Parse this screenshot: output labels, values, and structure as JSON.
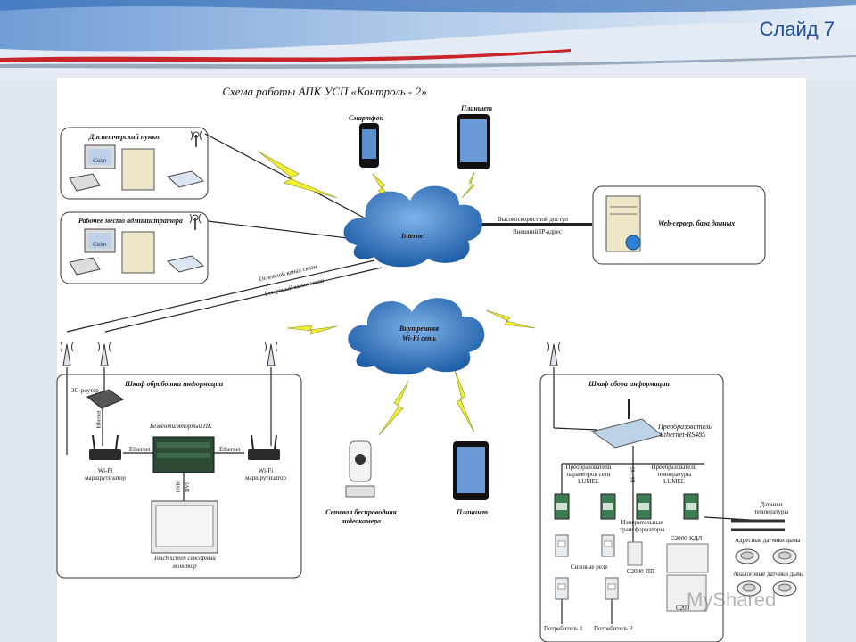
{
  "slide": {
    "label": "Слайд 7",
    "title": "Схема работы АПК УСП «Контроль - 2»"
  },
  "clouds": {
    "internet": "Internet",
    "wifi_line1": "Внутренняя",
    "wifi_line2": "Wi-Fi сеть"
  },
  "nodes": {
    "smartphone": "Смартфон",
    "tablet_top": "Планшет",
    "dispatch": "Диспетчерский пункт",
    "admin": "Рабочее место администратора",
    "webserver": "Web-сервер, база данных",
    "link_speed": "Высокоскоростной доступ",
    "link_ip": "Внешний IP-адрес",
    "ch_main": "Основной канал связи",
    "ch_reserve": "Резервный канал связи",
    "cabinet_proc": "Шкаф обработки информации",
    "router3g": "3G-роутер",
    "fanless_pc": "Безвентиляторный ПК",
    "ethernet": "Ethernet",
    "wifi_router_1": "Wi-Fi",
    "wifi_router_2": "маршрутизатор",
    "usb": "USB",
    "dvi": "DVI",
    "touch_1": "Touch screen сенсорный",
    "touch_2": "монитор",
    "camera_1": "Сетевая беспроводная",
    "camera_2": "видеокамера",
    "tablet_bottom": "Планшет",
    "cabinet_coll": "Шкаф сбора информации",
    "converter_1": "Преобразователь",
    "converter_2": "Ethernet-RS485",
    "rs485": "RS-485",
    "conv_net_1": "Преобразователи",
    "conv_net_2": "параметров сети",
    "conv_net_3": "LUMEL",
    "conv_temp_1": "Преобразователи",
    "conv_temp_2": "температуры",
    "conv_temp_3": "LUMEL",
    "temp_sensors_1": "Датчики",
    "temp_sensors_2": "температуры",
    "transformers_1": "Измерительные",
    "transformers_2": "трансформаторы",
    "relay": "Силовые реле",
    "c2000pp": "С2000-ПП",
    "c2000kdl": "С2000-КДЛ",
    "c2000_short": "С200",
    "addr_smoke": "Адресные датчики дыма",
    "analog_smoke": "Аналоговые датчики дыма",
    "consumer1": "Потребитель 1",
    "consumer2": "Потребитель 2",
    "screen_word": "Caim"
  },
  "watermark": "MyShared",
  "colors": {
    "cloud": "#2f6fb5",
    "bolt": "#f2ee32",
    "banner": "#2c66b4",
    "accent_red": "#c8242a"
  }
}
